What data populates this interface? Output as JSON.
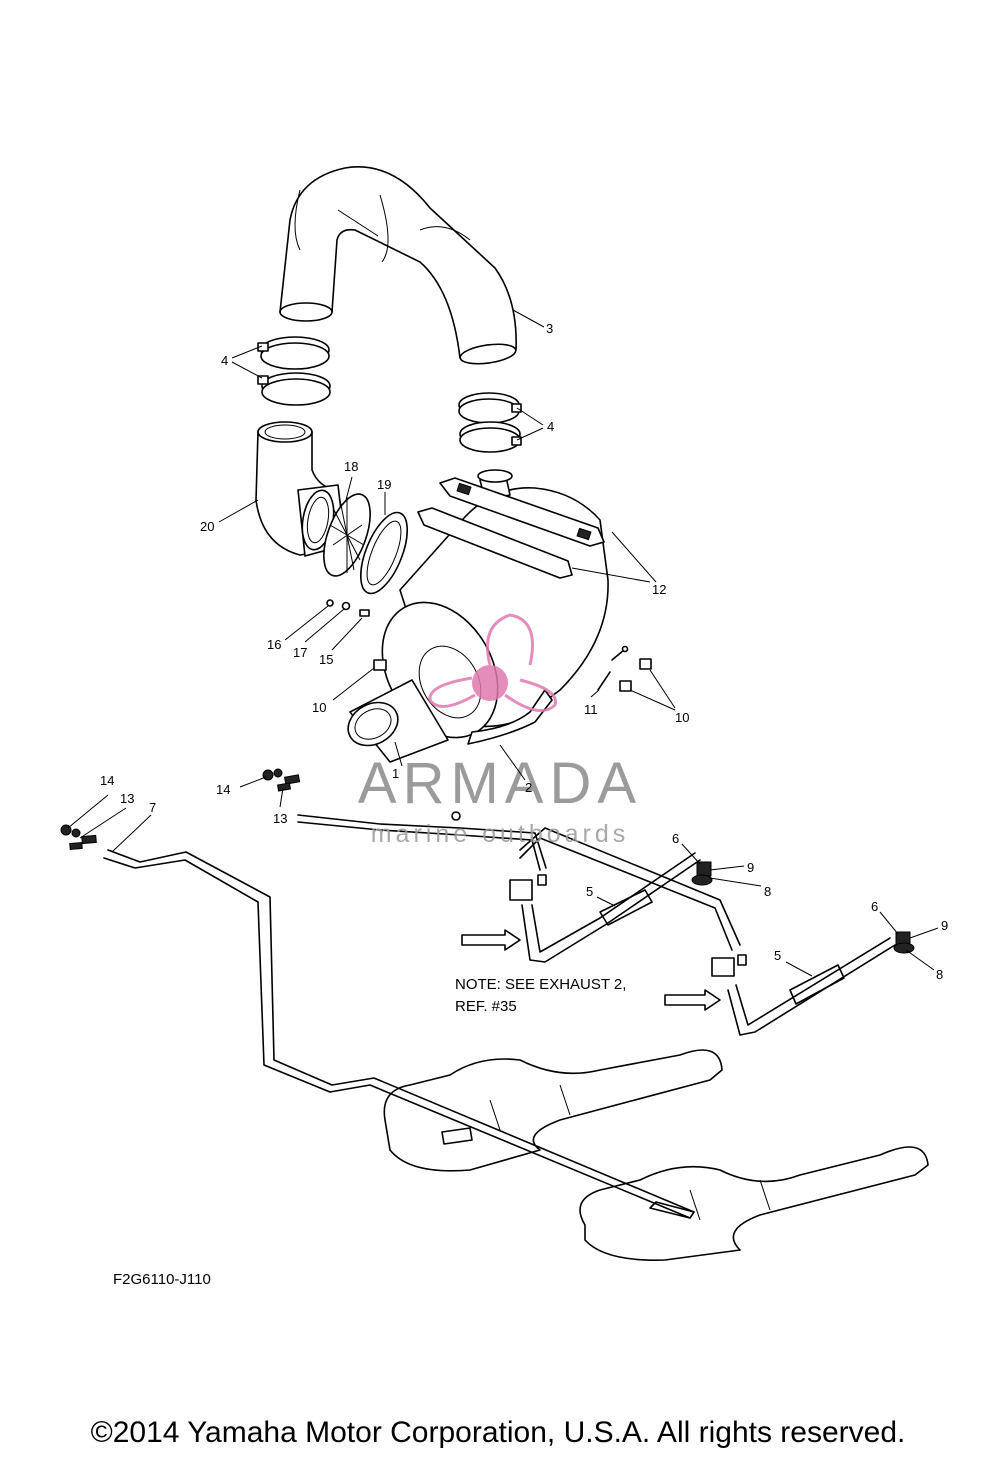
{
  "callouts": {
    "c1": "1",
    "c2": "2",
    "c3": "3",
    "c4a": "4",
    "c4b": "4",
    "c5a": "5",
    "c5b": "5",
    "c6a": "6",
    "c6b": "6",
    "c7": "7",
    "c8a": "8",
    "c8b": "8",
    "c9a": "9",
    "c9b": "9",
    "c10a": "10",
    "c10b": "10",
    "c11": "11",
    "c12": "12",
    "c13a": "13",
    "c13b": "13",
    "c14a": "14",
    "c14b": "14",
    "c15": "15",
    "c16": "16",
    "c17": "17",
    "c18": "18",
    "c19": "19",
    "c20": "20"
  },
  "note": {
    "line1": "NOTE: SEE EXHAUST 2,",
    "line2": "REF. #35"
  },
  "diagram_code": "F2G6110-J110",
  "watermark": {
    "brand": "ARMADA",
    "tagline": "marine outboards"
  },
  "copyright": "©2014 Yamaha Motor Corporation, U.S.A. All rights reserved.",
  "colors": {
    "line": "#000000",
    "watermark_logo": "#e07ab0",
    "watermark_text": "#8a8a8a"
  }
}
